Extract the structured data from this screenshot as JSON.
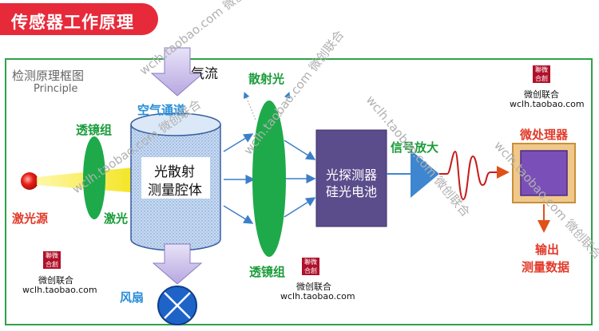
{
  "title": "传感器工作原理",
  "diagram_title": "检测原理框图",
  "diagram_subtitle": "Principle",
  "labels": {
    "airflow": "气流",
    "air_channel": "空气通道",
    "scattered_light": "散射光",
    "lens_group_1": "透镜组",
    "lens_group_2": "透镜组",
    "laser_source": "激光源",
    "laser": "激光",
    "chamber_line1": "光散射",
    "chamber_line2": "测量腔体",
    "detector_line1": "光探测器",
    "detector_line2": "硅光电池",
    "amplifier": "信号放大",
    "microprocessor": "微处理器",
    "output_line1": "输出",
    "output_line2": "测量数据",
    "fan": "风扇"
  },
  "watermark": {
    "brand": "微创联合",
    "url": "wclh.taobao.com",
    "diagonal": "wclh.taobao.com  微创联合"
  },
  "colors": {
    "title_bg": "#e62a3a",
    "green": "#1a9c3a",
    "red": "#e23a2a",
    "blue": "#2a8fd8",
    "detector": "#5b4d8c",
    "processor": "#7b4fb8"
  }
}
